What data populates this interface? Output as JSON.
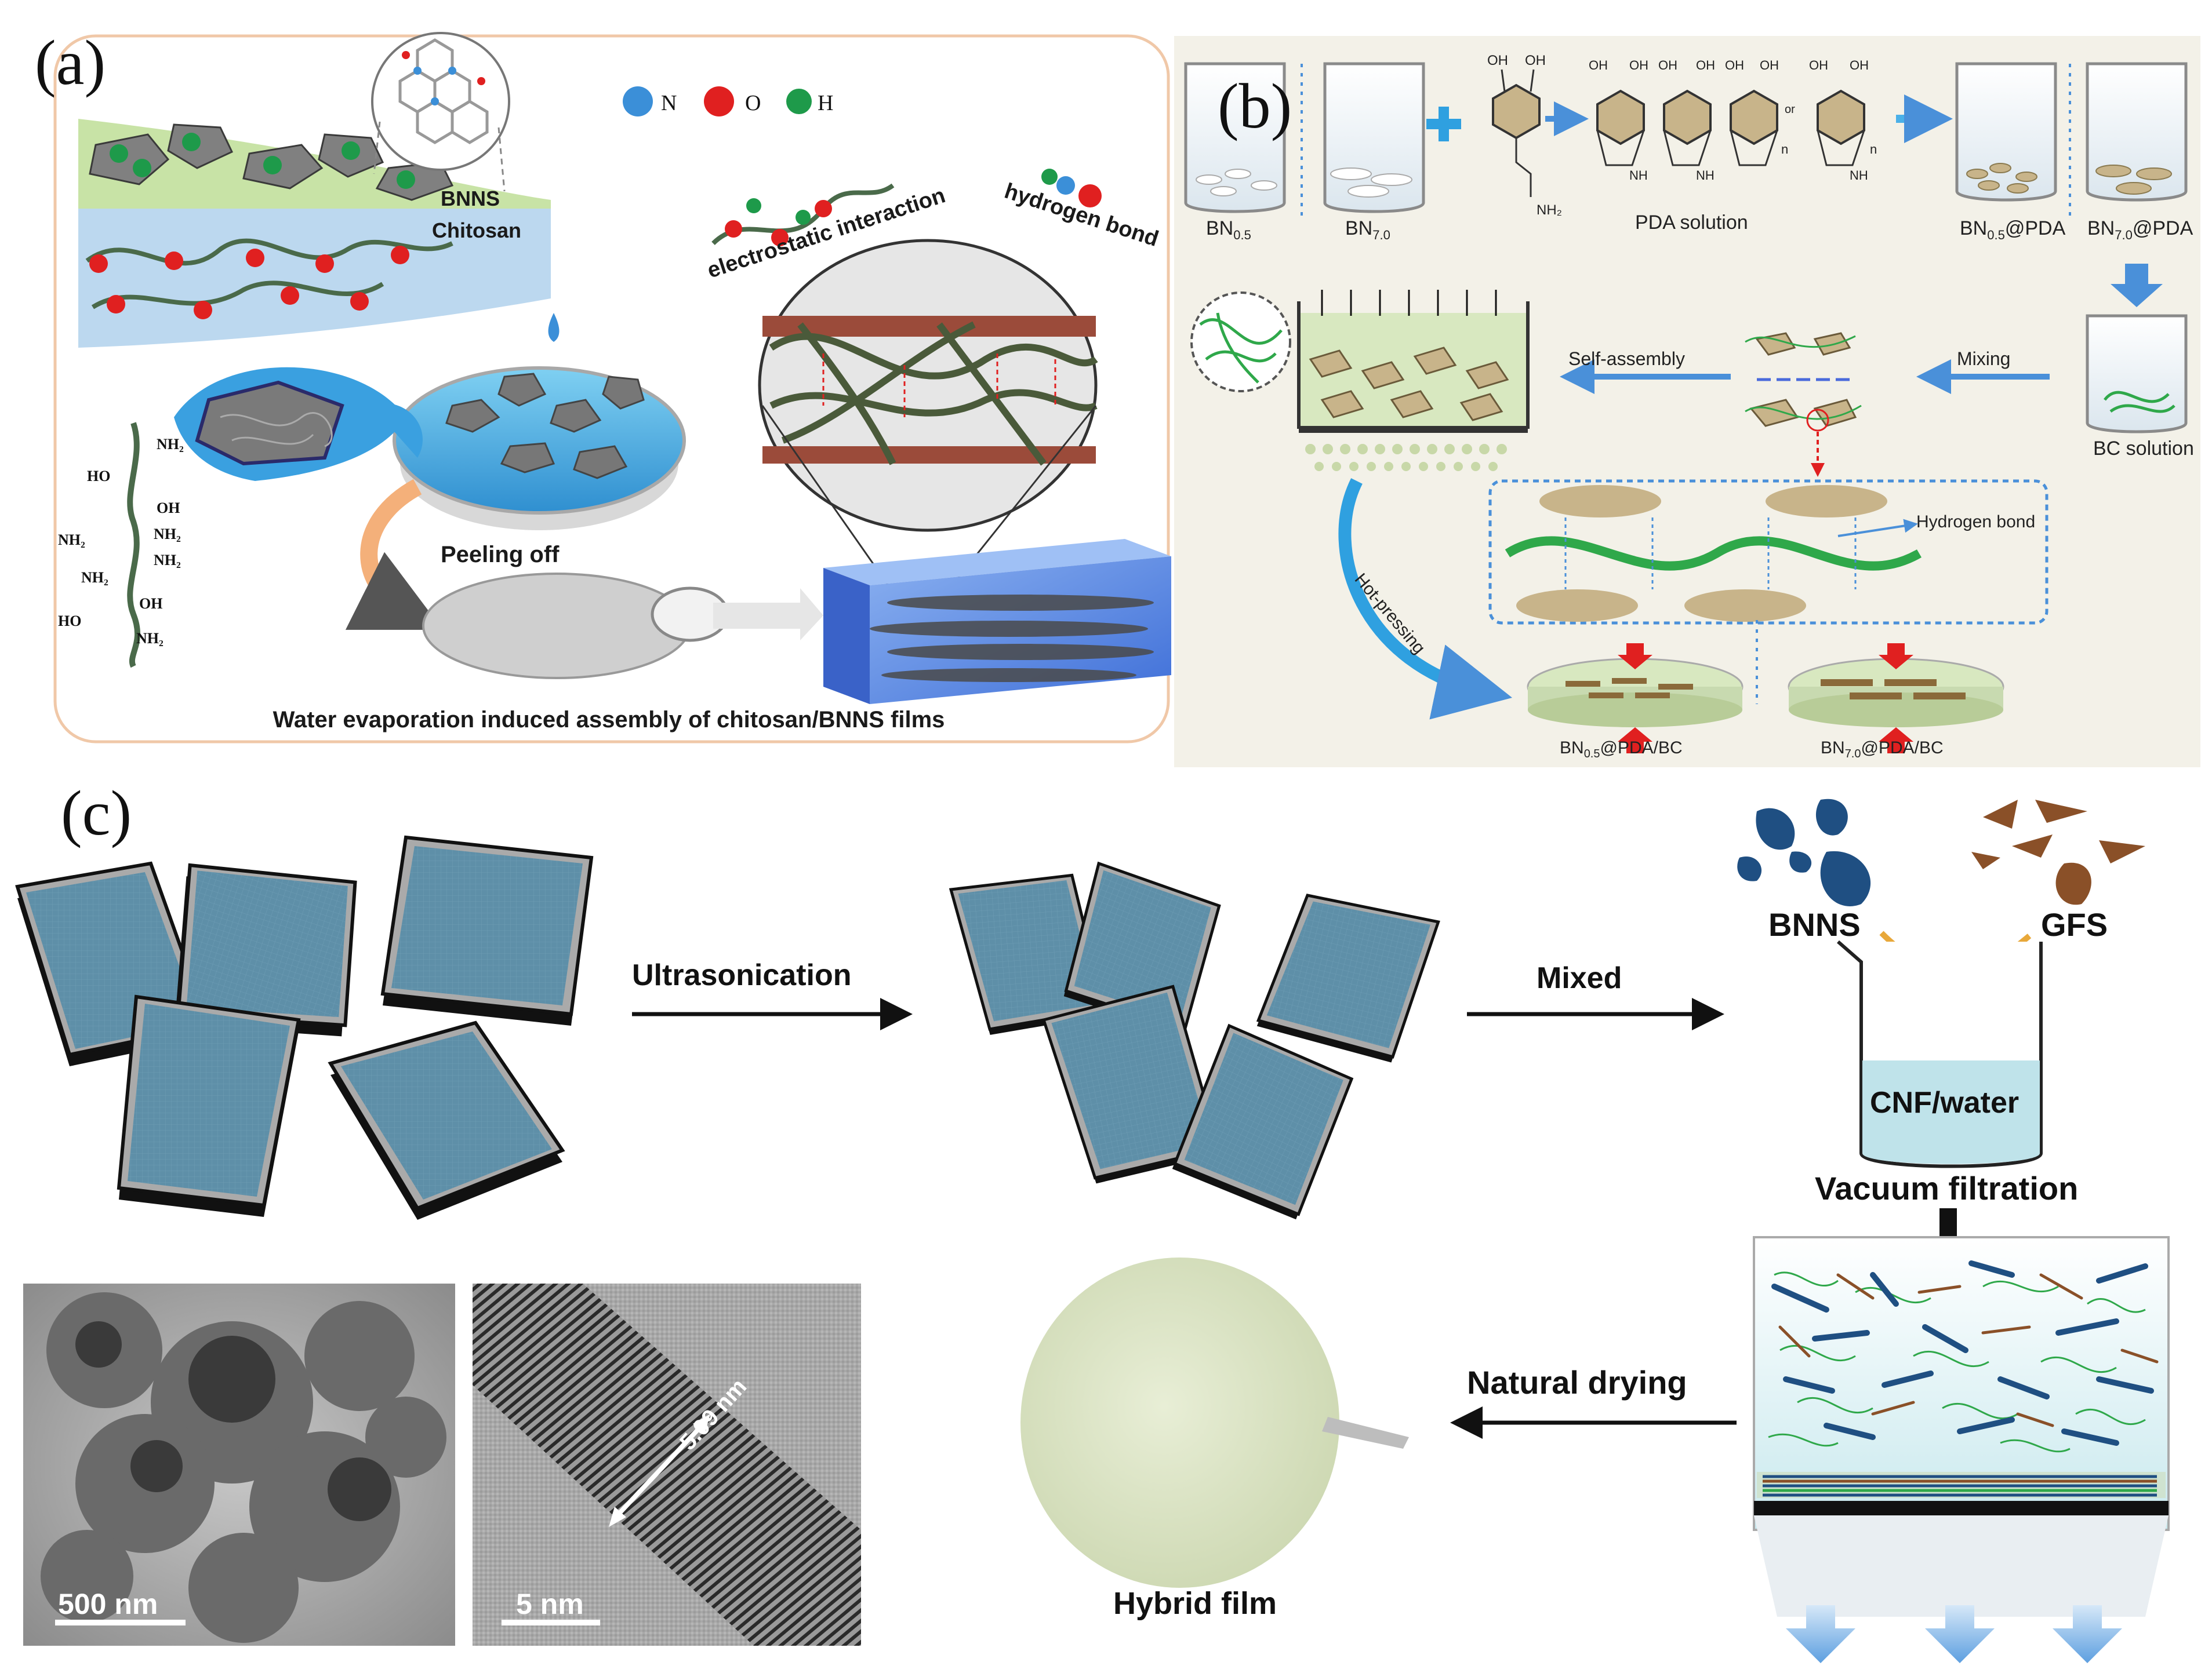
{
  "panel_a": {
    "label": "(a)",
    "legend": {
      "n": "N",
      "o": "O",
      "h": "H"
    },
    "layer_bnns": "BNNS",
    "layer_chitosan": "Chitosan",
    "interaction_electrostatic": "electrostatic interaction",
    "interaction_hydrogen": "hydrogen bond",
    "peeling": "Peeling off",
    "caption": "Water evaporation induced assembly of chitosan/BNNS films",
    "chitosan_groups": {
      "nh2_1": "NH₂",
      "ho_1": "HO",
      "oh_1": "OH",
      "nh2_2": "NH₂",
      "nh2_3": "NH₂",
      "nh2_4": "NH₂",
      "nh2_5": "NH₂",
      "oh_2": "OH",
      "ho_2": "HO",
      "nh2_6": "NH₂"
    },
    "colors": {
      "n": "#3b8fd8",
      "o": "#e02020",
      "h": "#1e9a4a",
      "bnns_band": "#c8e3a6",
      "chitosan_band": "#bcd8ef",
      "frame": "#f0c8a8"
    }
  },
  "panel_b": {
    "label": "(b)",
    "beaker_bn05": "BN",
    "beaker_bn05_sub": "0.5",
    "beaker_bn70": "BN",
    "beaker_bn70_sub": "7.0",
    "pda_solution": "PDA solution",
    "bn05_pda": "BN",
    "bn05_pda_sub": "0.5",
    "bn05_pda_suffix": "@PDA",
    "bn70_pda": "BN",
    "bn70_pda_sub": "7.0",
    "bn70_pda_suffix": "@PDA",
    "bc_solution": "BC solution",
    "self_assembly": "Self-assembly",
    "mixing": "Mixing",
    "hydrogen_bond": "Hydrogen bond",
    "hot_pressing": "Hot-pressing",
    "product_1": "BN",
    "product_1_sub": "0.5",
    "product_1_suffix": "@PDA/BC",
    "product_2": "BN",
    "product_2_sub": "7.0",
    "product_2_suffix": "@PDA/BC",
    "chem": {
      "oh": "OH",
      "nh2": "NH₂",
      "nh": "NH",
      "n": "n",
      "or": "or"
    },
    "colors": {
      "background": "#f3f1e8",
      "arrow": "#4a90d9",
      "disc": "#c8b48a",
      "fiber": "#2fa84a",
      "pressure": "#e02020"
    }
  },
  "panel_c": {
    "label": "(c)",
    "ultrasonication": "Ultrasonication",
    "mixed": "Mixed",
    "bnns": "BNNS",
    "gfs": "GFS",
    "cnf_water": "CNF/water",
    "vacuum_filtration": "Vacuum filtration",
    "natural_drying": "Natural drying",
    "hybrid_film": "Hybrid film",
    "scale_1": "500 nm",
    "scale_2": "5 nm",
    "spacing": "5.09 nm",
    "colors": {
      "sheet": "#5e8fa8",
      "bnns": "#1f4f82",
      "gfs": "#8a5028",
      "liquid": "#bfe3ea",
      "film": "#dde6c8"
    }
  }
}
